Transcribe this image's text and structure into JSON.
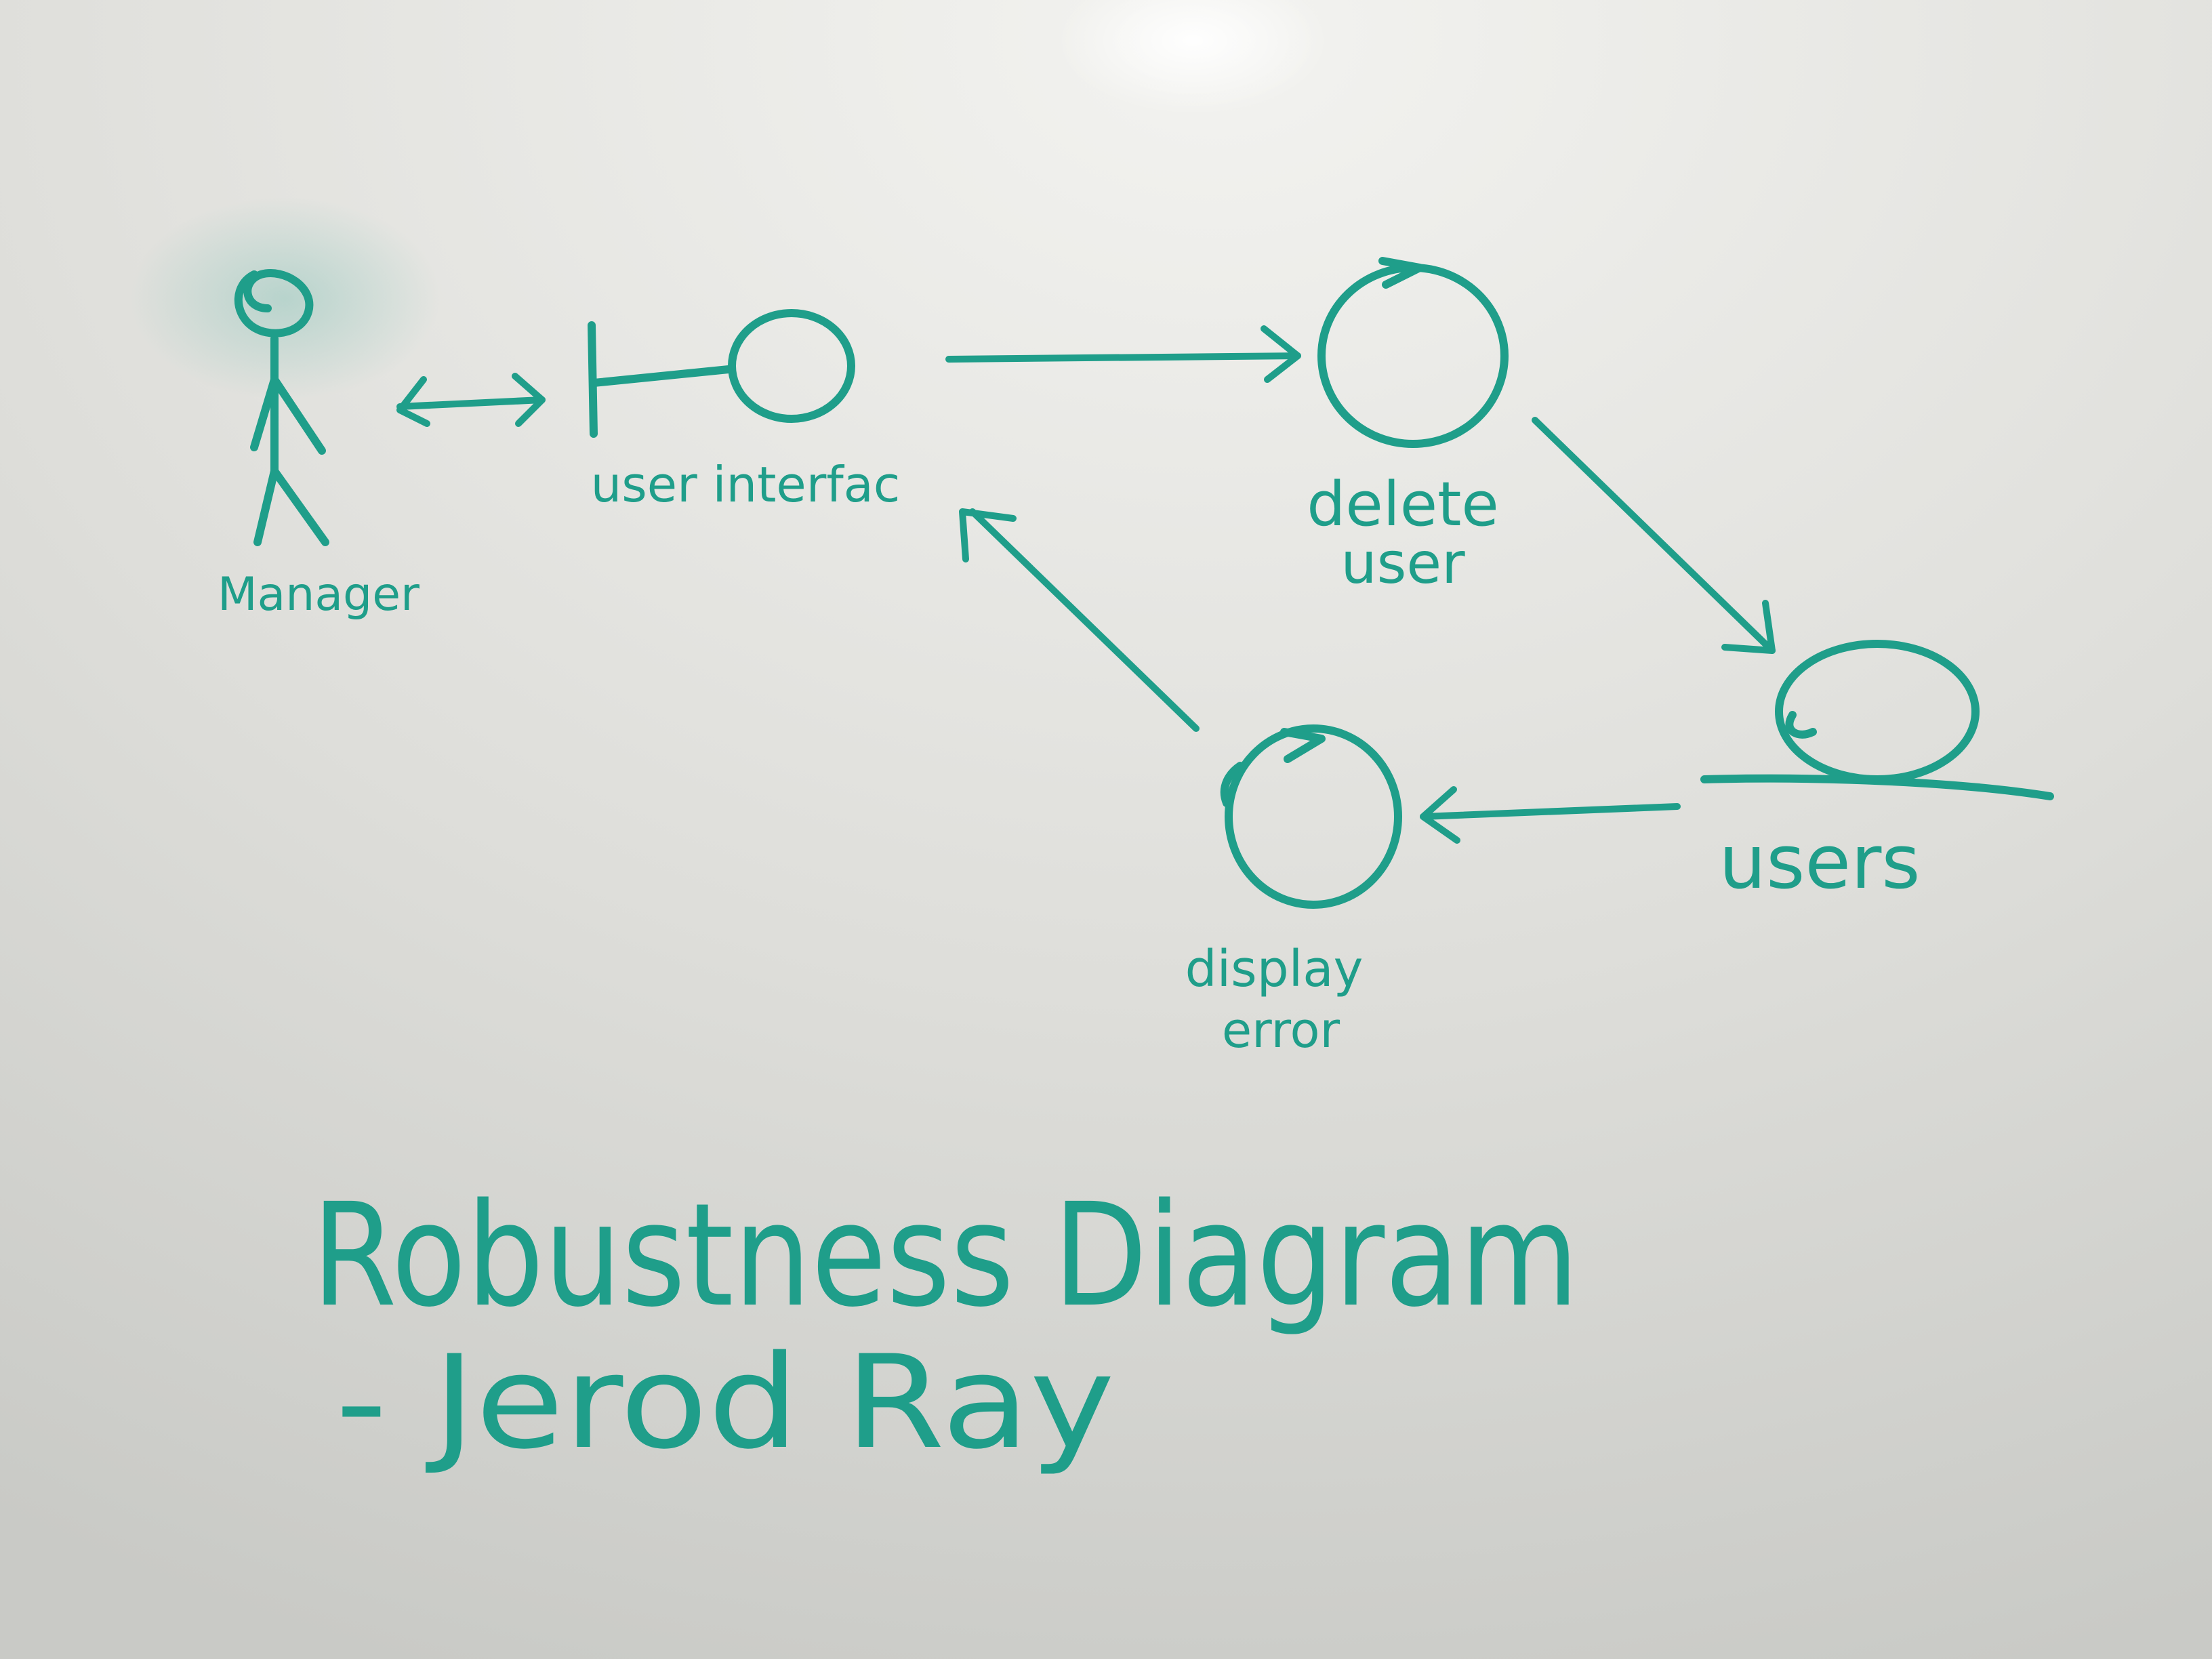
{
  "colors": {
    "ink": "#1f9e8a",
    "board_light": "#f3f3f0",
    "board_dark": "#c9cac6"
  },
  "nodes": {
    "actor": {
      "label": "Manager",
      "kind": "actor"
    },
    "boundary": {
      "label": "user interfac",
      "kind": "boundary"
    },
    "control_delete": {
      "label_lines": [
        "delete",
        "user"
      ],
      "kind": "control"
    },
    "entity": {
      "label": "users",
      "kind": "entity"
    },
    "control_error": {
      "label_lines": [
        "display",
        "error"
      ],
      "kind": "control"
    }
  },
  "edges": [
    {
      "from": "actor",
      "to": "boundary",
      "bidirectional": true
    },
    {
      "from": "boundary",
      "to": "control_delete",
      "bidirectional": false
    },
    {
      "from": "control_delete",
      "to": "entity",
      "bidirectional": false
    },
    {
      "from": "entity",
      "to": "control_error",
      "bidirectional": false
    },
    {
      "from": "control_error",
      "to": "boundary",
      "bidirectional": false
    }
  ],
  "title_lines": [
    "Robustness Diagram",
    "- Jerod Ray"
  ]
}
